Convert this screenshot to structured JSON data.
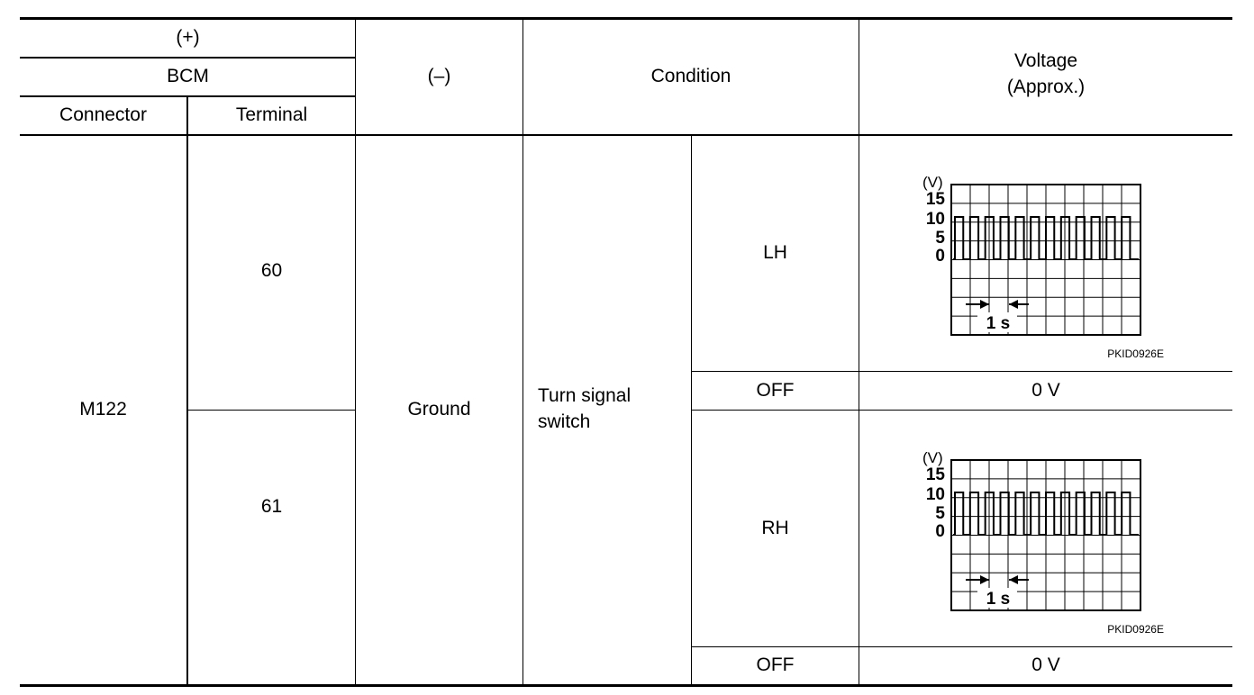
{
  "header": {
    "plus_label": "(+)",
    "bcm_label": "BCM",
    "connector_label": "Connector",
    "terminal_label": "Terminal",
    "minus_label": "(–)",
    "condition_label": "Condition",
    "voltage_label_line1": "Voltage",
    "voltage_label_line2": "(Approx.)"
  },
  "body": {
    "connector": "M122",
    "terminal_1": "60",
    "terminal_2": "61",
    "ground": "Ground",
    "condition_line1": "Turn signal",
    "condition_line2": "switch",
    "rows": [
      {
        "state": "LH",
        "voltage": ""
      },
      {
        "state": "OFF",
        "voltage": "0 V"
      },
      {
        "state": "RH",
        "voltage": ""
      },
      {
        "state": "OFF",
        "voltage": "0 V"
      }
    ]
  },
  "waveform": {
    "unit_label": "(V)",
    "y_ticks": [
      "15",
      "10",
      "5",
      "0"
    ],
    "time_label": "1 s",
    "figure_code": "PKID0926E"
  }
}
